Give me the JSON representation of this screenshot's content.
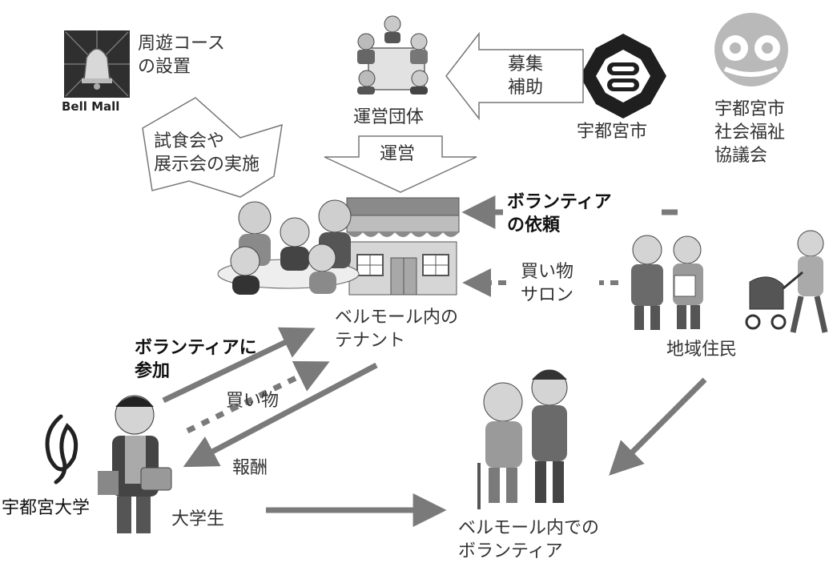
{
  "labels": {
    "bellmall_logo": "Bell Mall",
    "course": "周遊コース\nの設置",
    "tasting": "試食会や\n展示会の実施",
    "org": "運営団体",
    "recruit": "募集\n補助",
    "operate": "運営",
    "city": "宇都宮市",
    "council": "宇都宮市\n社会福祉\n協議会",
    "vol_request": "ボランティア\nの依頼",
    "salon": "買い物\nサロン",
    "tenant": "ベルモール内の\nテナント",
    "residents": "地域住民",
    "vol_join": "ボランティアに\n参加",
    "shopping": "買い物",
    "reward": "報酬",
    "univ": "宇都宮大学",
    "student": "大学生",
    "vol_mall": "ベルモール内での\nボランティア"
  },
  "colors": {
    "arrow": "#7a7a7a",
    "figure_dark": "#3d3d3d",
    "figure_mid": "#8a8a8a",
    "figure_light": "#c9c9c9"
  }
}
